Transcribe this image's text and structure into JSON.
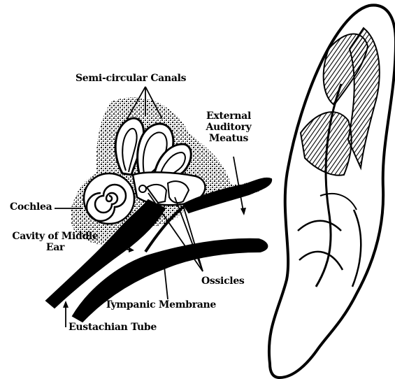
{
  "labels": {
    "semicircular_canals": "Semi-circular Canals",
    "external_meatus_line1": "External",
    "external_meatus_line2": "Auditory",
    "external_meatus_line3": "Meatus",
    "cochlea": "Cochlea",
    "cavity_line1": "Cavity of Middle",
    "cavity_line2": "Ear",
    "ossicles": "Ossicles",
    "tympanic_membrane": "Tympanic Membrane",
    "eustachian_tube": "Eustachian Tube"
  },
  "colors": {
    "ink": "#000000",
    "paper": "#ffffff"
  }
}
